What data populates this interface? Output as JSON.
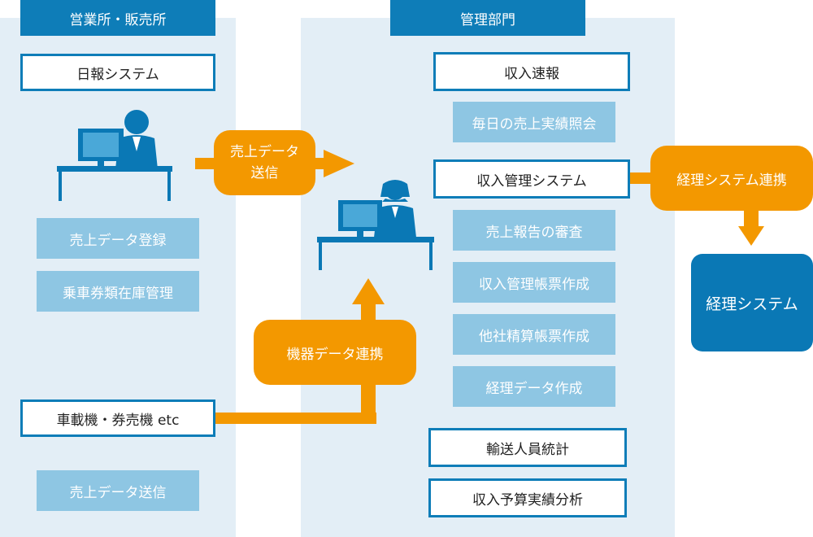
{
  "sales_office": {
    "header": "営業所・販売所",
    "daily_report": "日報システム",
    "sales_registration": "売上データ登録",
    "ticket_inventory": "乗車券類在庫管理",
    "onboard_devices": "車載機・券売機 etc",
    "sales_send": "売上データ送信"
  },
  "management": {
    "header": "管理部門",
    "revenue_flash": "収入速報",
    "daily_sales_inquiry": "毎日の売上実績照会",
    "revenue_system": "収入管理システム",
    "sales_report_review": "売上報告の審査",
    "revenue_forms": "収入管理帳票作成",
    "settlement_forms": "他社精算帳票作成",
    "accounting_data": "経理データ作成",
    "passenger_stats": "輸送人員統計",
    "budget_analysis": "収入予算実績分析"
  },
  "connectors": {
    "sales_data_send_line1": "売上データ",
    "sales_data_send_line2": "送信",
    "device_data_link": "機器データ連携",
    "accounting_link": "経理システム連携"
  },
  "accounting_system": "経理システム",
  "colors": {
    "primary_blue": "#0e7db8",
    "light_blue": "#8ec6e3",
    "panel_bg": "#e3eef6",
    "orange": "#f39800"
  },
  "icons": [
    "office-worker-icon",
    "office-worker-female-icon"
  ]
}
